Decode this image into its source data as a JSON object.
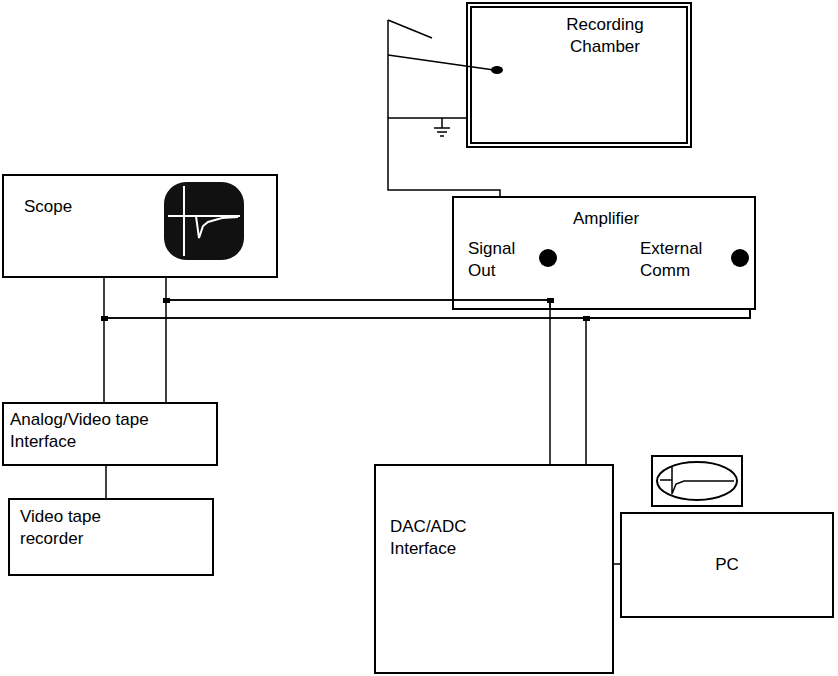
{
  "diagram": {
    "nodes": [
      {
        "text": [
          "Recording Chamber"
        ]
      },
      {
        "text": [
          "Scope"
        ]
      },
      {
        "text": [
          "Amplifier",
          "Signal Out",
          "External Comm"
        ]
      },
      {
        "text": [
          "Analog/Video tape Interface"
        ]
      },
      {
        "text": [
          "Video tape recorder"
        ]
      },
      {
        "text": [
          "DAC/ADC Interface"
        ]
      },
      {
        "text": [
          "PC"
        ]
      }
    ],
    "edges": [
      {
        "from": 0,
        "to": 2,
        "arrow": "none"
      },
      {
        "from": 2,
        "to": 1,
        "arrow": "none"
      },
      {
        "from": 2,
        "to": 3,
        "arrow": "none"
      },
      {
        "from": 2,
        "to": 1,
        "arrow": "none"
      },
      {
        "from": 2,
        "to": 3,
        "arrow": "none"
      },
      {
        "from": 2,
        "to": 5,
        "arrow": "none"
      },
      {
        "from": 2,
        "to": 5,
        "arrow": "none"
      },
      {
        "from": 3,
        "to": 4,
        "arrow": "none"
      },
      {
        "from": 5,
        "to": 6,
        "arrow": "none"
      }
    ]
  }
}
